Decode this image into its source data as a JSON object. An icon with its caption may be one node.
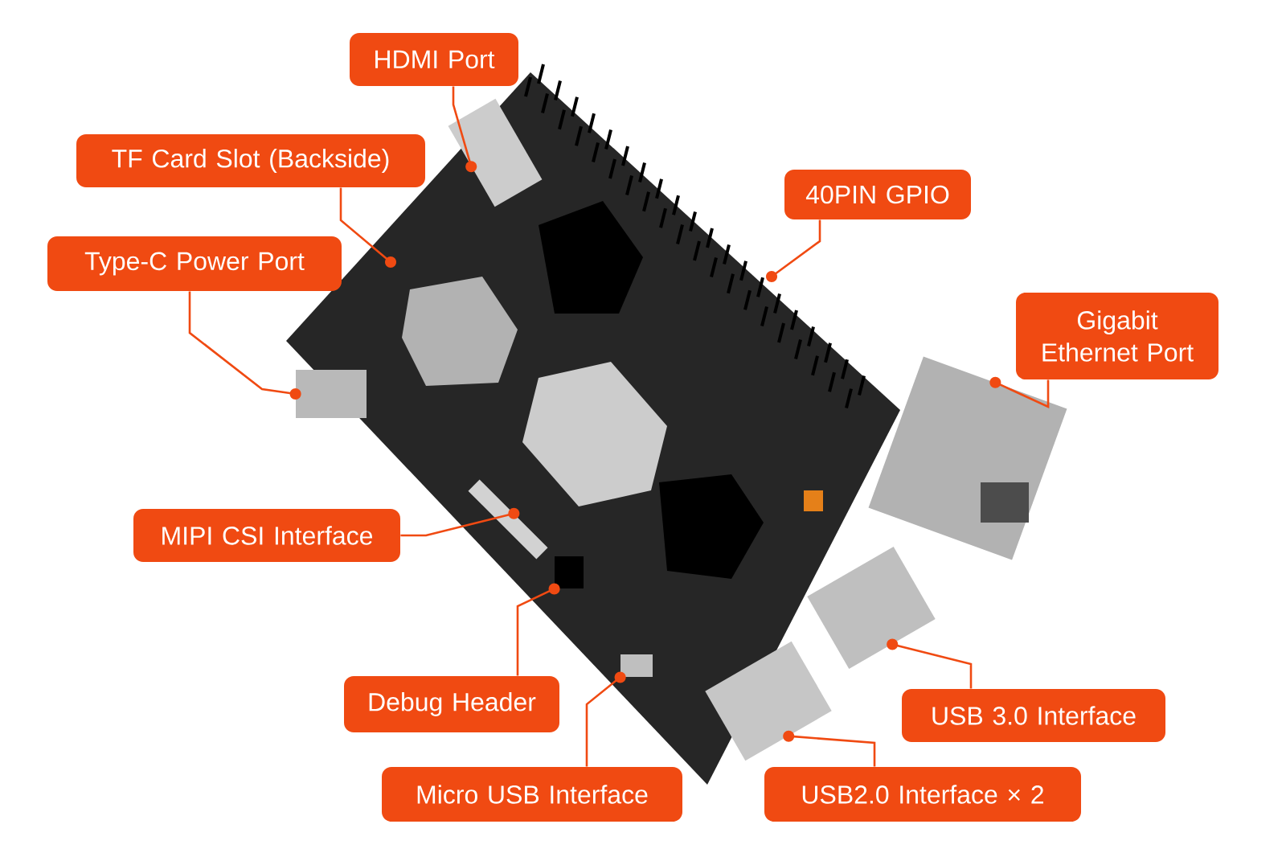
{
  "diagram": {
    "nodes": [
      {
        "text": [
          "HDMI Port"
        ]
      },
      {
        "text": [
          "TF Card Slot (Backside)"
        ]
      },
      {
        "text": [
          "Type-C Power Port"
        ]
      },
      {
        "text": [
          "40PIN GPIO"
        ]
      },
      {
        "text": [
          "Gigabit Ethernet Port"
        ]
      },
      {
        "text": [
          "MIPI CSI Interface"
        ]
      },
      {
        "text": [
          "Debug Header"
        ]
      },
      {
        "text": [
          "Micro USB Interface"
        ]
      },
      {
        "text": [
          "USB 3.0 Interface"
        ]
      },
      {
        "text": [
          "USB2.0 Interface × 2"
        ]
      },
      {
        "text": [],
        "shape": "box"
      },
      {
        "text": [],
        "shape": "box"
      },
      {
        "text": [],
        "shape": "box"
      },
      {
        "text": [],
        "shape": "box"
      },
      {
        "text": [],
        "shape": "box"
      },
      {
        "text": [],
        "shape": "box"
      },
      {
        "text": [],
        "shape": "box"
      },
      {
        "text": [],
        "shape": "box"
      }
    ],
    "edges": [
      {
        "from": 0,
        "to": 10,
        "arrow": "other"
      },
      {
        "from": 1,
        "to": null,
        "arrow": "other"
      },
      {
        "from": 2,
        "to": 11,
        "arrow": "other"
      },
      {
        "from": 3,
        "to": null,
        "arrow": "other"
      },
      {
        "from": 4,
        "to": 12,
        "arrow": "other"
      },
      {
        "from": 5,
        "to": 13,
        "arrow": "other"
      },
      {
        "from": 6,
        "to": 14,
        "arrow": "other"
      },
      {
        "from": 7,
        "to": 15,
        "arrow": "other"
      },
      {
        "from": 8,
        "to": 16,
        "arrow": "other"
      },
      {
        "from": 9,
        "to": 17,
        "arrow": "other"
      }
    ]
  }
}
